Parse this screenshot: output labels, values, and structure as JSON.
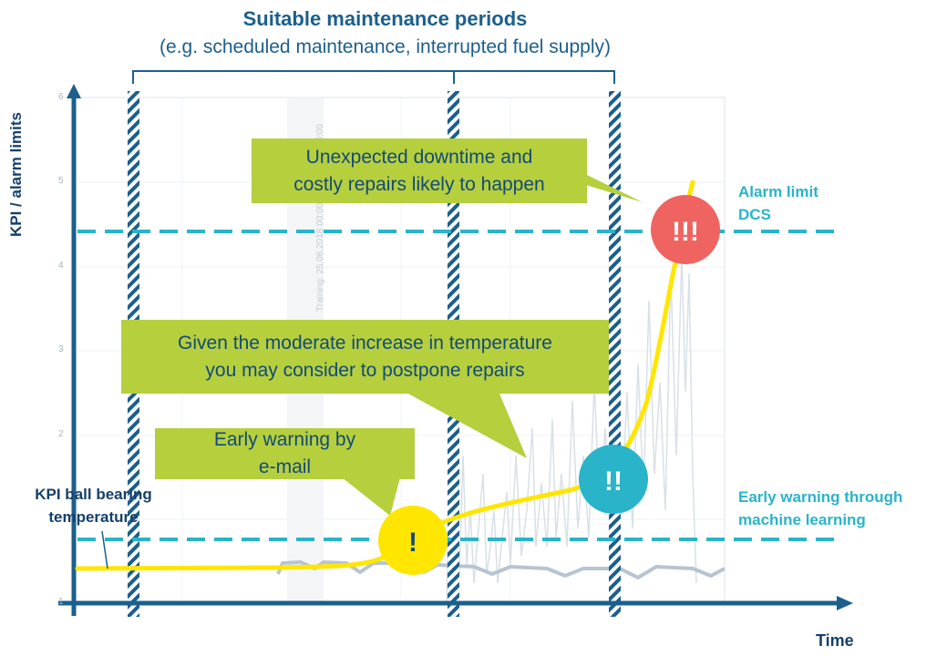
{
  "title": "Suitable maintenance periods",
  "subtitle": "(e.g. scheduled maintenance, interrupted fuel supply)",
  "axes": {
    "y_label": "KPI / alarm limits",
    "x_label": "Time",
    "y_ticks": [
      "1",
      "2",
      "3",
      "4",
      "5",
      "6"
    ]
  },
  "callouts": {
    "downtime": [
      "Unexpected downtime and",
      "costly repairs likely to happen"
    ],
    "postpone": [
      "Given the moderate increase in temperature",
      "you may consider to postpone repairs"
    ],
    "early": [
      "Early warning by",
      "e-mail"
    ]
  },
  "limits": {
    "alarm": [
      "Alarm limit",
      "DCS"
    ],
    "ml": [
      "Early warning through",
      "machine learning"
    ]
  },
  "kpi_label": [
    "KPI ball bearing",
    "temperature"
  ],
  "markers": {
    "m1": "!",
    "m2": "!!",
    "m3": "!!!"
  },
  "faint_text": "Training: 25.06.2018 00:00 - 18.08.2018 00:00",
  "colors": {
    "curve": "#ffe600",
    "limit_line": "#29b4c9",
    "axis": "#1b5f8c",
    "callout": "#b5cf3d",
    "marker1": "#ffe600",
    "marker2": "#29b4c9",
    "marker3": "#ef6461",
    "title": "#1b5f8c"
  }
}
